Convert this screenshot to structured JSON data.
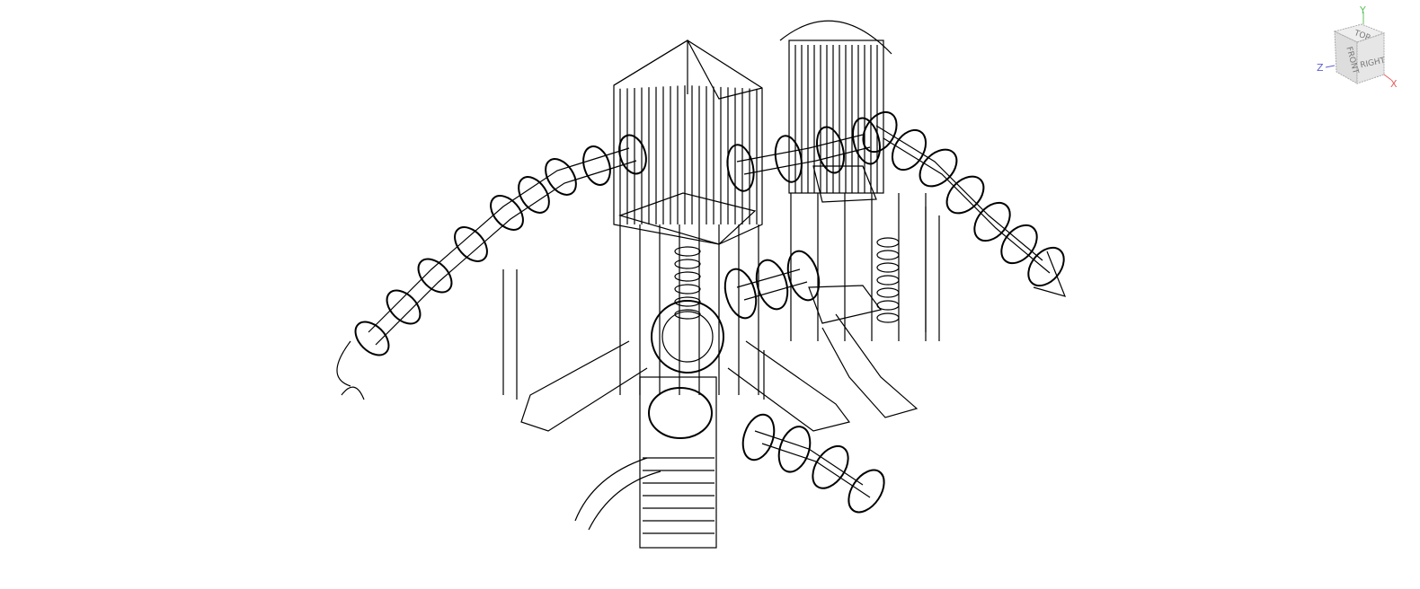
{
  "viewport": {
    "model": "playground-wireframe",
    "line_color": "#000000",
    "background": "#ffffff"
  },
  "viewcube": {
    "faces": {
      "top": "TOP",
      "front": "FRONT",
      "right": "RIGHT"
    },
    "axes": {
      "x": "X",
      "y": "Y",
      "z": "Z"
    },
    "axis_colors": {
      "x": "#e06060",
      "y": "#60c060",
      "z": "#6060d0"
    }
  }
}
